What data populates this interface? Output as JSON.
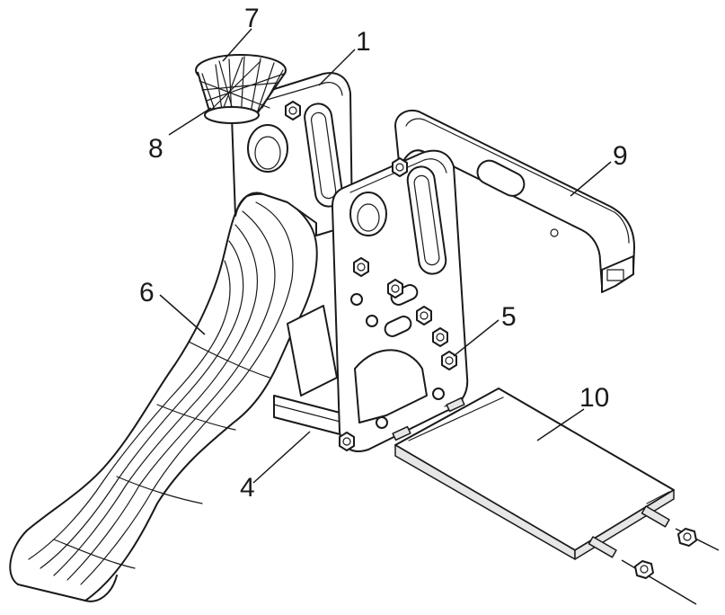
{
  "callouts": [
    {
      "id": "c1",
      "text": "1"
    },
    {
      "id": "c4",
      "text": "4"
    },
    {
      "id": "c5",
      "text": "5"
    },
    {
      "id": "c6",
      "text": "6"
    },
    {
      "id": "c7",
      "text": "7"
    },
    {
      "id": "c8",
      "text": "8"
    },
    {
      "id": "c9",
      "text": "9"
    },
    {
      "id": "c10",
      "text": "10"
    }
  ]
}
